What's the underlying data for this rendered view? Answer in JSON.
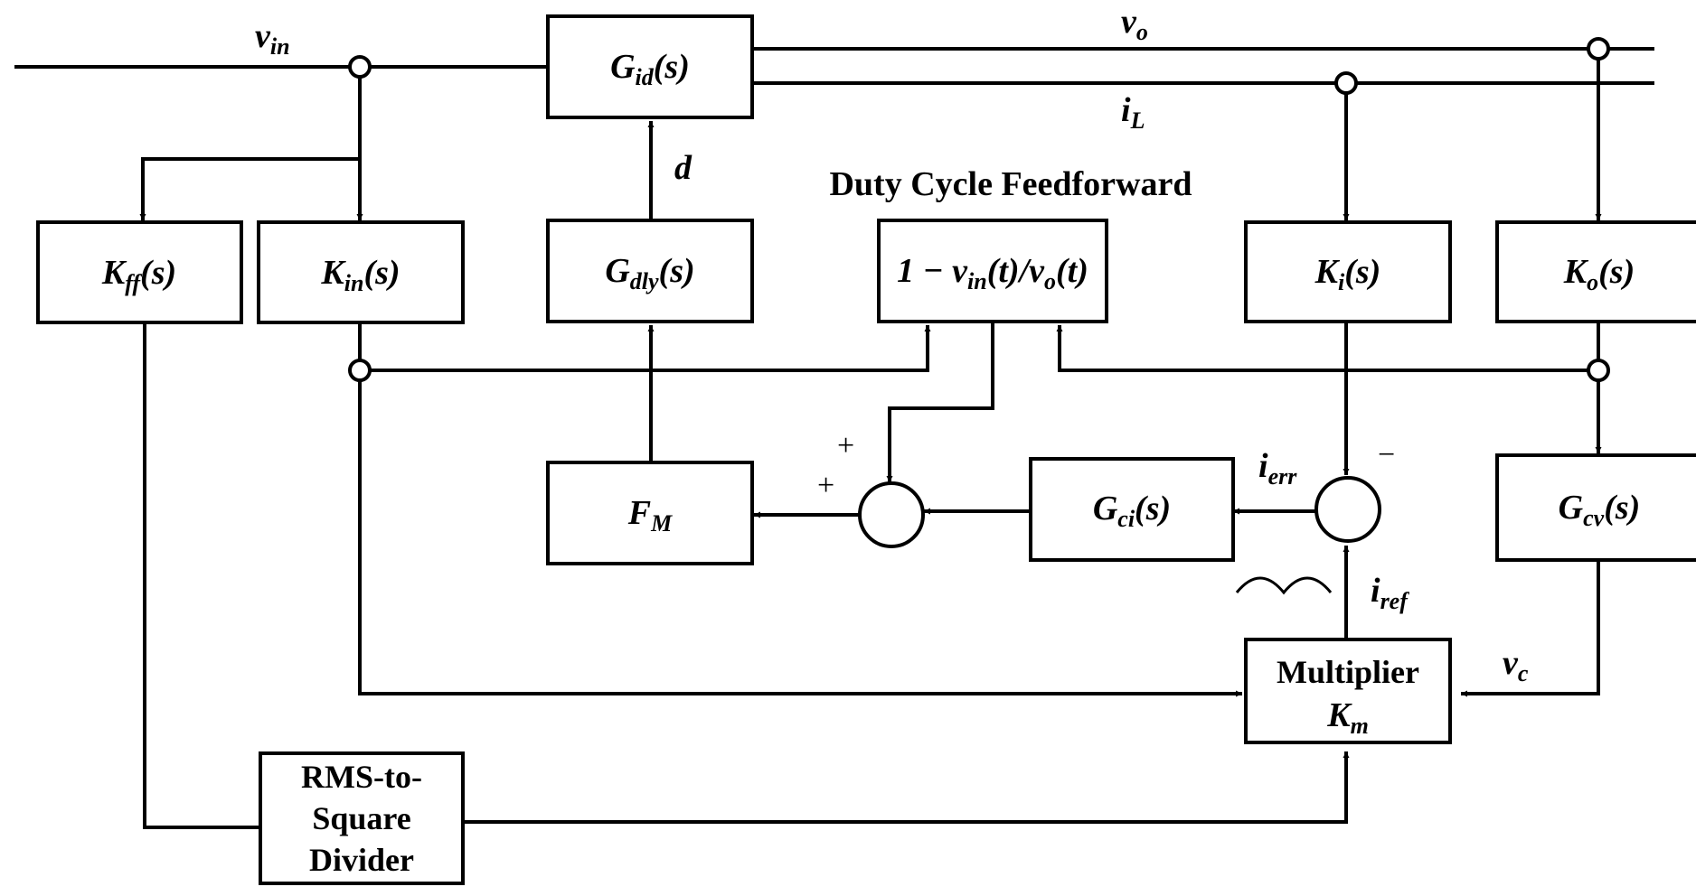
{
  "title": "Duty Cycle Feedforward",
  "blocks": {
    "gid": {
      "main": "G",
      "sub": "id",
      "tail": "(s)"
    },
    "kff": {
      "main": "K",
      "sub": "ff",
      "tail": "(s)"
    },
    "kin": {
      "main": "K",
      "sub": "in",
      "tail": "(s)"
    },
    "gdly": {
      "main": "G",
      "sub": "dly",
      "tail": "(s)"
    },
    "dcff": {
      "pre": "1 − v",
      "sub1": "in",
      "mid": "(t)/v",
      "sub2": "o",
      "tail": "(t)"
    },
    "ki": {
      "main": "K",
      "sub": "i",
      "tail": "(s)"
    },
    "ko": {
      "main": "K",
      "sub": "o",
      "tail": "(s)"
    },
    "fm": {
      "main": "F",
      "sub": "M",
      "tail": ""
    },
    "gci": {
      "main": "G",
      "sub": "ci",
      "tail": "(s)"
    },
    "gcv": {
      "main": "G",
      "sub": "cv",
      "tail": "(s)"
    },
    "mult": {
      "line1": "Multiplier",
      "main": "K",
      "sub": "m"
    },
    "rms": {
      "line1": "RMS-to-",
      "line2": "Square",
      "line3": "Divider"
    }
  },
  "signals": {
    "vin": {
      "main": "v",
      "sub": "in"
    },
    "vo": {
      "main": "v",
      "sub": "o"
    },
    "il": {
      "main": "i",
      "sub": "L"
    },
    "d": {
      "main": "d"
    },
    "ierr": {
      "main": "i",
      "sub": "err"
    },
    "iref": {
      "main": "i",
      "sub": "ref"
    },
    "vc": {
      "main": "v",
      "sub": "c"
    }
  },
  "signs": {
    "plus_top": "+",
    "plus_left": "+",
    "minus": "−"
  }
}
